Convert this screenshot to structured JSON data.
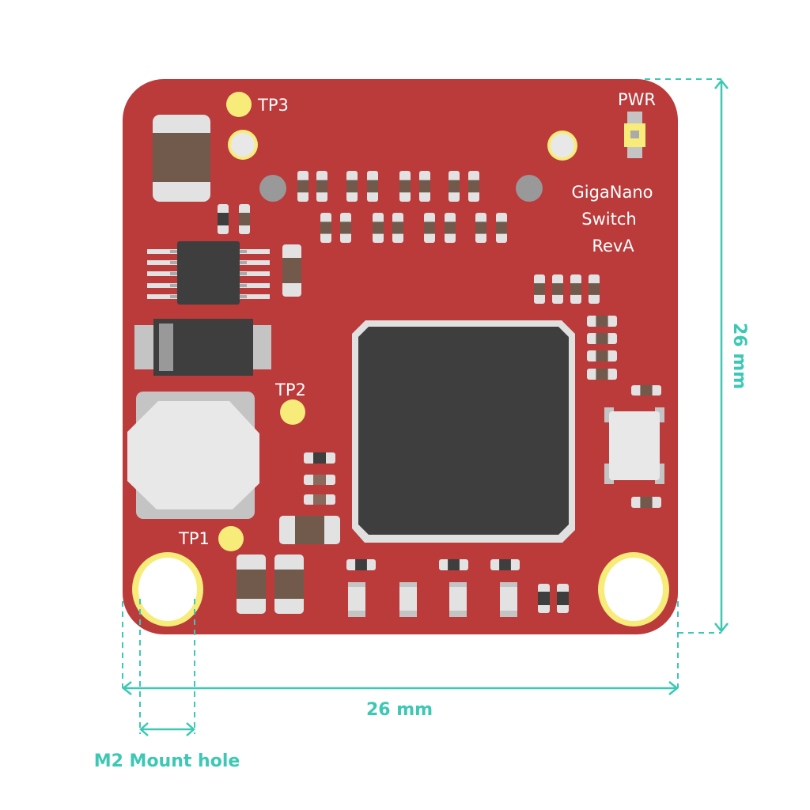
{
  "board": {
    "name_lines": [
      "GigaNano",
      "Switch",
      "RevA"
    ],
    "led_label": "PWR",
    "test_points": [
      "TP1",
      "TP2",
      "TP3"
    ]
  },
  "dimensions": {
    "width_label": "26 mm",
    "height_label": "26 mm",
    "mount_hole_label": "M2 Mount hole"
  },
  "colors": {
    "board": "#bb3a3a",
    "dimension": "#3cc8b4",
    "test_point": "#f7ec7a",
    "chip": "#3e3e3e"
  }
}
